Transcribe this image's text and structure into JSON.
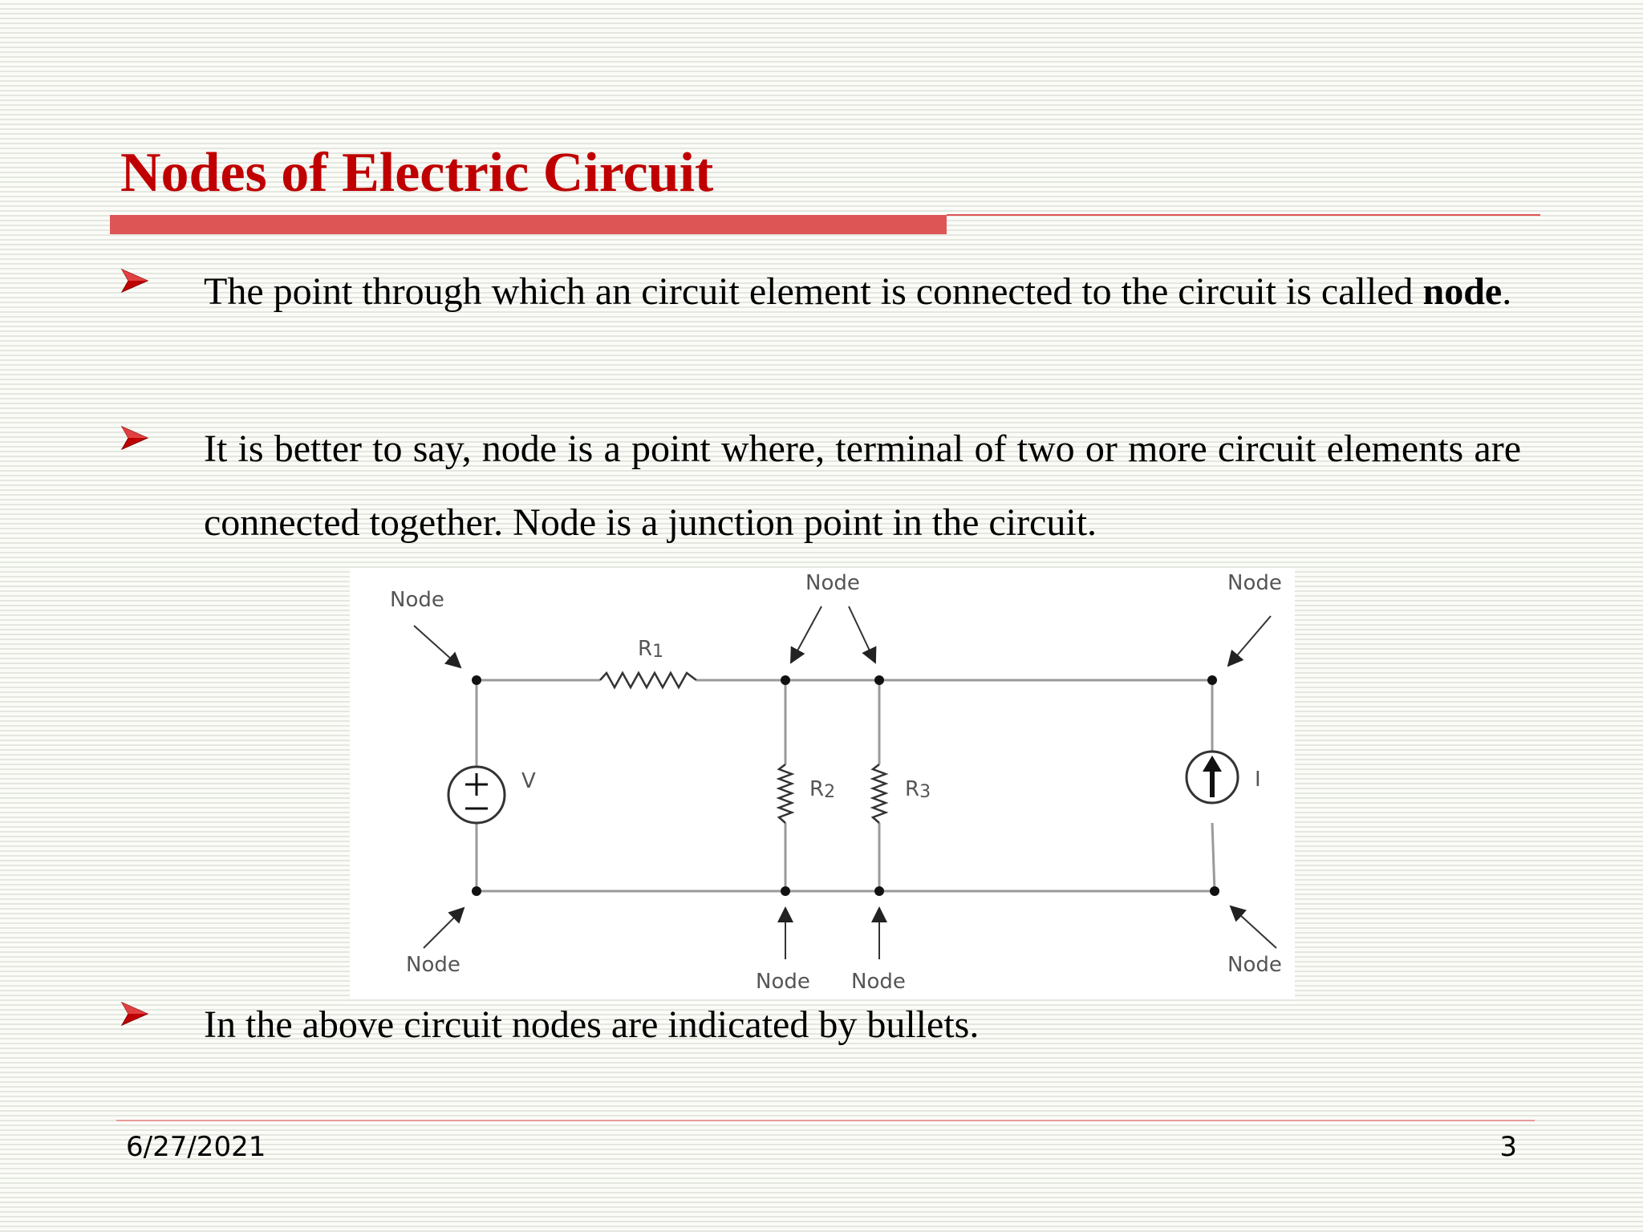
{
  "slide": {
    "title": "Nodes of Electric Circuit",
    "bullets": [
      {
        "text": "The point through which an circuit element is connected to the circuit is called ",
        "bold": "node",
        "tail": "."
      },
      {
        "text": "It is better to say, node is a point where, terminal of two or more circuit elements are connected together. Node is a junction point in the circuit."
      },
      {
        "text": "In the above circuit nodes are indicated by bullets."
      }
    ],
    "diagram": {
      "node_label": "Node",
      "r1_label": "R",
      "r1_sub": "1",
      "r2_label": "R",
      "r2_sub": "2",
      "r3_label": "R",
      "r3_sub": "3",
      "voltage_label": "V",
      "voltage_symbol_plus": "+",
      "current_label": "I"
    },
    "footer": {
      "date": "6/27/2021",
      "page": "3"
    },
    "colors": {
      "title": "#c00000",
      "title_bar": "#de5555",
      "bullet_arrow": "#c00000"
    }
  }
}
